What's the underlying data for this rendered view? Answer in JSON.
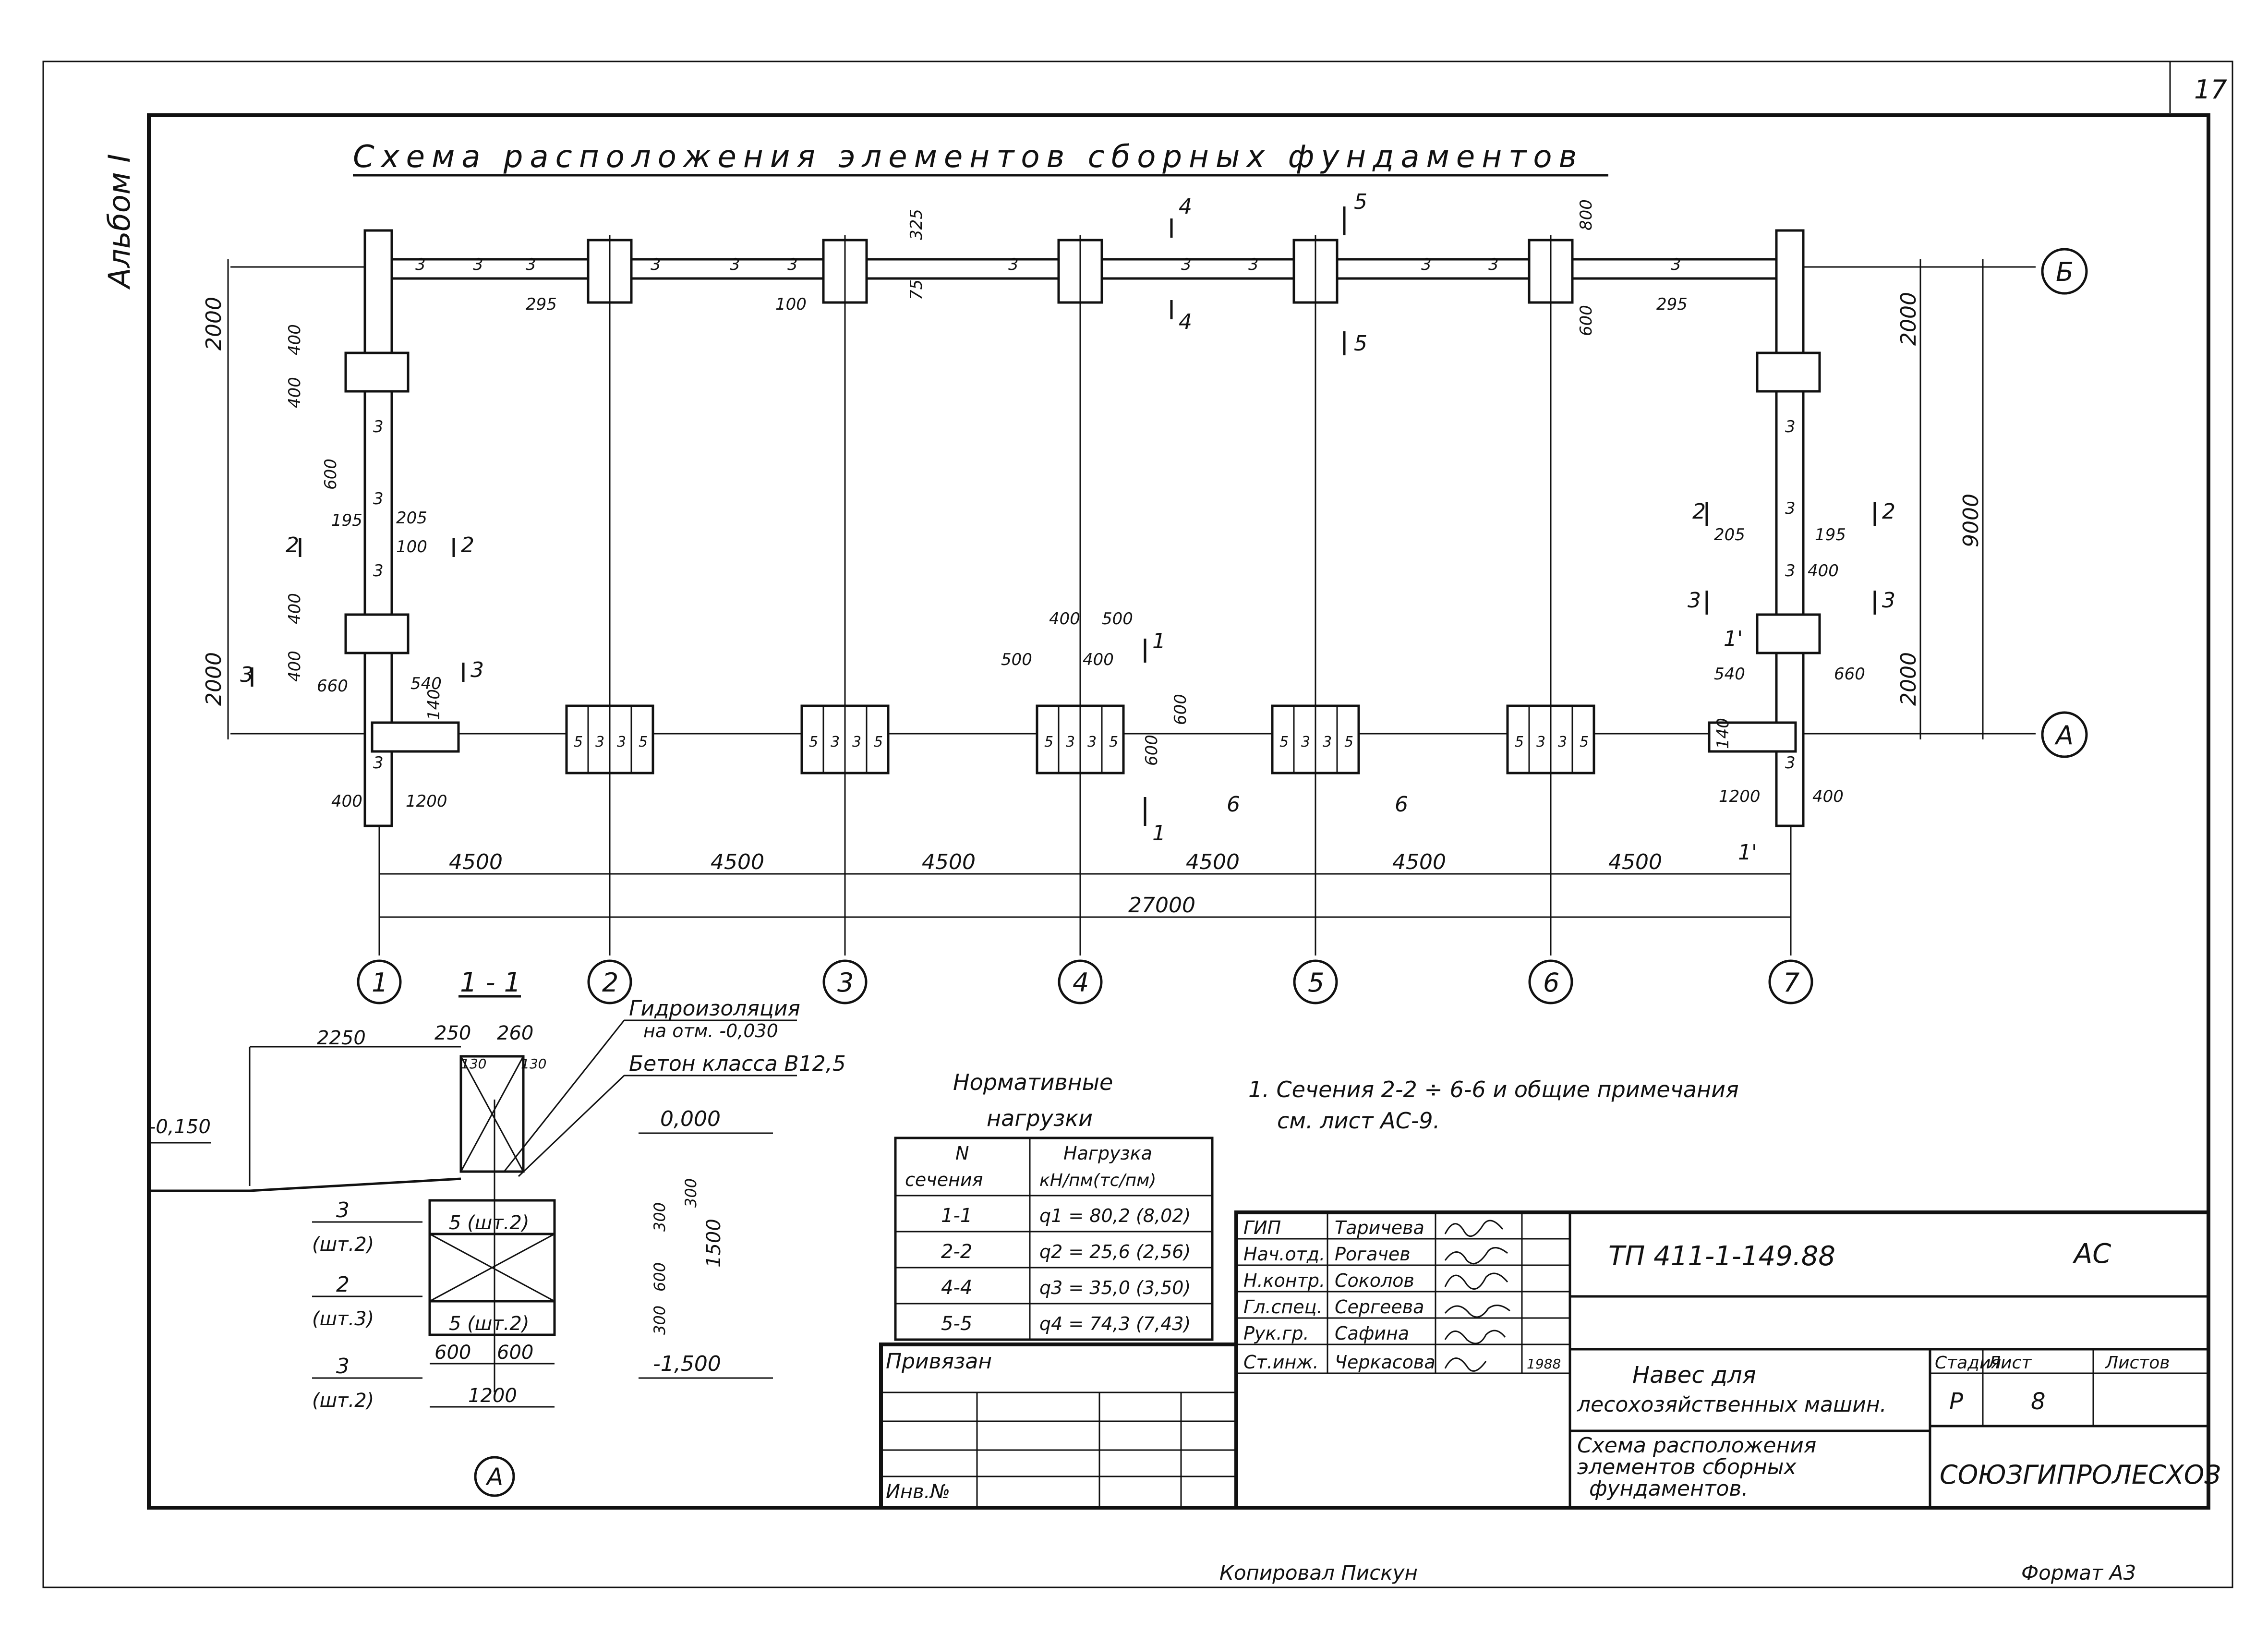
{
  "sheet_number": "17",
  "album_label": "Альбом I",
  "title": "Схема расположения элементов сборных фундаментов",
  "axes": {
    "numbers": [
      "1",
      "2",
      "3",
      "4",
      "5",
      "6",
      "7"
    ],
    "letters": [
      "Б",
      "А"
    ]
  },
  "spans": [
    "4500",
    "4500",
    "4500",
    "4500",
    "4500",
    "4500"
  ],
  "total_span": "27000",
  "side_dims": {
    "left_top": "2000",
    "left_bottom": "2000",
    "right_top": "2000",
    "right_total": "9000",
    "right_bottom": "2000"
  },
  "plan_dims": [
    "400",
    "400",
    "600",
    "400",
    "400",
    "195",
    "205",
    "100",
    "660",
    "540",
    "140",
    "1200",
    "400",
    "295",
    "325",
    "75",
    "100",
    "800",
    "600",
    "295",
    "500",
    "400",
    "500",
    "400",
    "600",
    "600",
    "205",
    "195",
    "400",
    "540",
    "660",
    "140",
    "1200",
    "400"
  ],
  "block_marks": [
    "3",
    "5"
  ],
  "section_marks": [
    "1",
    "1",
    "2",
    "2",
    "3",
    "3",
    "4",
    "4",
    "5",
    "5",
    "6",
    "6",
    "1'",
    "1'"
  ],
  "section_detail": {
    "title": "1 - 1",
    "waterproofing": "Гидроизоляция",
    "waterproofing_level": "на отм. -0,030",
    "concrete": "Бетон класса В12,5",
    "level_top": "0,000",
    "level_left": "-0,150",
    "level_bottom": "-1,500",
    "dims": [
      "2250",
      "250",
      "260",
      "130",
      "130",
      "300",
      "300",
      "600",
      "300",
      "1500",
      "600",
      "600",
      "1200"
    ],
    "block_labels": [
      "5 (шт.2)",
      "5 (шт.2)"
    ],
    "left_labels": [
      {
        "mark": "3",
        "qty": "(шт.2)"
      },
      {
        "mark": "2",
        "qty": "(шт.3)"
      },
      {
        "mark": "3",
        "qty": "(шт.2)"
      }
    ],
    "axis": "А"
  },
  "loads": {
    "title": "Нормативные",
    "title2": "нагрузки",
    "header": [
      "N",
      "сечения",
      "Нагрузка",
      "кН/пм(тс/пм)"
    ],
    "rows": [
      {
        "section": "1-1",
        "load": "q1 = 80,2 (8,02)"
      },
      {
        "section": "2-2",
        "load": "q2 = 25,6 (2,56)"
      },
      {
        "section": "4-4",
        "load": "q3 = 35,0 (3,50)"
      },
      {
        "section": "5-5",
        "load": "q4 = 74,3 (7,43)"
      }
    ]
  },
  "note": [
    "1. Сечения 2-2 ÷ 6-6 и общие примечания",
    "см. лист АС-9."
  ],
  "stamp": {
    "code": "ТП 411-1-149.88",
    "mark": "АС",
    "roles": [
      "ГИП",
      "Нач.отд.",
      "Н.контр.",
      "Гл.спец.",
      "Рук.гр.",
      "Ст.инж."
    ],
    "names": [
      "Таричева",
      "Рогачев",
      "Соколов",
      "Сергеева",
      "Сафина",
      "Черкасова"
    ],
    "year": "1988",
    "object_title": [
      "Навес для",
      "лесохозяйственных машин."
    ],
    "sheet_title": [
      "Схема расположения",
      "элементов сборных",
      "фундаментов."
    ],
    "stage_label": "Стадия",
    "sheet_label": "Лист",
    "sheets_label": "Листов",
    "stage": "Р",
    "sheet": "8",
    "organization": "СОЮЗГИПРОЛЕСХОЗ"
  },
  "bind_label": "Привязан",
  "inv_label": "Инв.№",
  "copied_by": "Копировал Пискун",
  "format": "Формат А3"
}
